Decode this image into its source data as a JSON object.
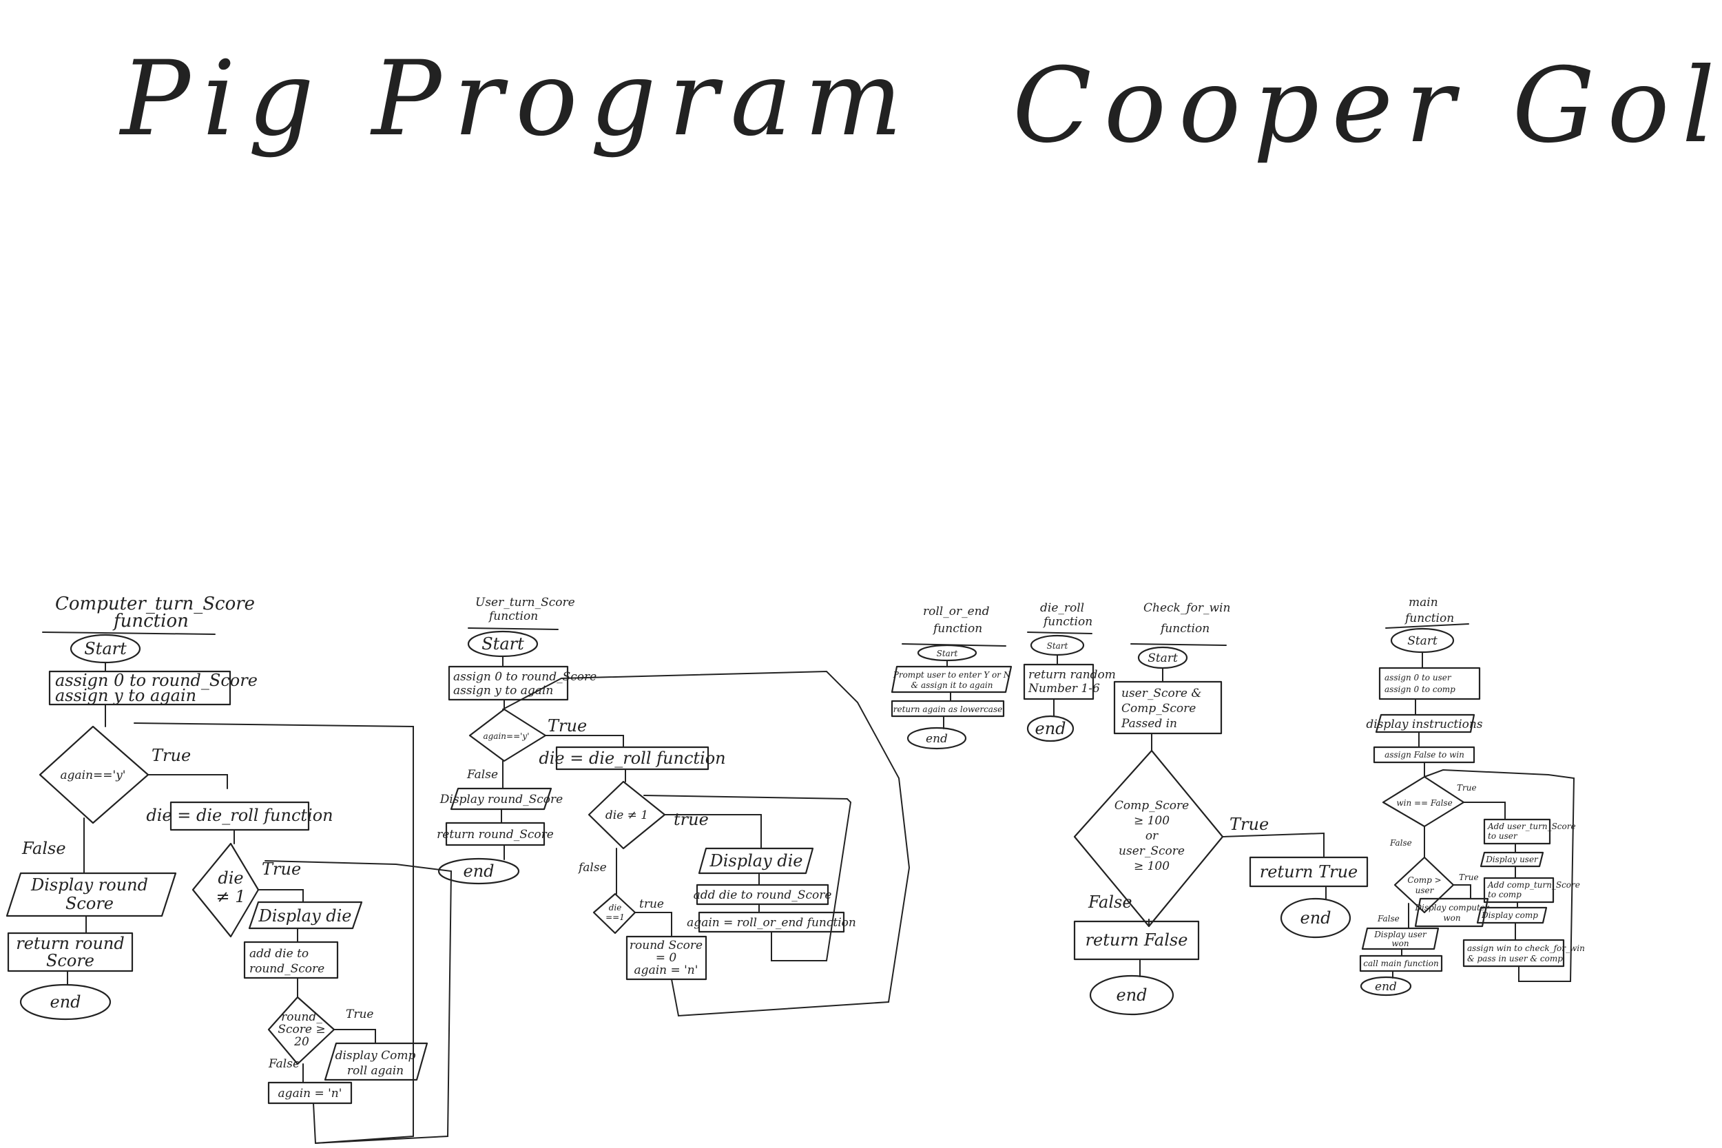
{
  "title": {
    "left": "Pig Program",
    "right": "Cooper Gold"
  },
  "flowcharts": {
    "computer": {
      "heading": [
        "Computer_turn_Score",
        "function"
      ],
      "start": "Start",
      "assign": [
        "assign 0 to round_Score",
        "assign y to again"
      ],
      "decision": "again=='y'",
      "true": "True",
      "false": "False",
      "display_round": [
        "Display round",
        "Score"
      ],
      "return_round": [
        "return round",
        "Score"
      ],
      "end": "end",
      "die_roll": "die = die_roll function",
      "die_ne": [
        "die",
        "≠ 1"
      ],
      "true2": "True",
      "display_die": "Display die",
      "add_die": [
        "add die to",
        "round_Score"
      ],
      "round_check": [
        "round_",
        "Score ≥",
        "20"
      ],
      "true3": "True",
      "false3": "False",
      "display_comp": [
        "display Comp",
        "roll again"
      ],
      "again_n": "again = 'n'"
    },
    "user": {
      "heading": [
        "User_turn_Score",
        "function"
      ],
      "start": "Start",
      "assign": [
        "assign 0 to round_Score",
        "assign y to again"
      ],
      "decision": "again=='y'",
      "true": "True",
      "false": "False",
      "display_round": "Display round_Score",
      "return_round": "return round_Score",
      "end": "end",
      "die_roll": "die = die_roll function",
      "die_ne": "die ≠ 1",
      "true2": "true",
      "false2": "false",
      "die_eq": [
        "die",
        "==1"
      ],
      "true3": "true",
      "display_die": "Display die",
      "add_die": "add die to round_Score",
      "again_call": "again = roll_or_end function",
      "round_zero": [
        "round Score",
        "= 0",
        "again = 'n'"
      ]
    },
    "roll_or_end": {
      "heading": [
        "roll_or_end",
        "function"
      ],
      "start": "Start",
      "prompt": [
        "Prompt user to enter Y or N",
        "& assign it to again"
      ],
      "return": "return again as lowercase",
      "end": "end"
    },
    "die_roll": {
      "heading": [
        "die_roll",
        "function"
      ],
      "start": "Start",
      "return": [
        "return random",
        "Number 1-6"
      ],
      "end": "end"
    },
    "check_for_win": {
      "heading": [
        "Check_for_win",
        "function"
      ],
      "start": "Start",
      "passed": [
        "user_Score &",
        "Comp_Score",
        "Passed in"
      ],
      "decision": [
        "Comp_Score",
        "≥ 100",
        "or",
        "user_Score",
        "≥ 100"
      ],
      "true": "True",
      "false": "False",
      "return_true": "return True",
      "return_false": "return False",
      "end_true": "end",
      "end_false": "end"
    },
    "main": {
      "heading": [
        "main",
        "function"
      ],
      "start": "Start",
      "assign": [
        "assign 0 to user",
        "assign 0 to comp"
      ],
      "display_instr": "display instructions",
      "assign_win": "assign False to win",
      "decision": "win == False",
      "true": "True",
      "false": "False",
      "comp_user": [
        "Comp >",
        "user"
      ],
      "true2": "True",
      "false2": "False",
      "display_comp_won": [
        "Display computer",
        "won"
      ],
      "display_user_won": [
        "Display user",
        "won"
      ],
      "call_main": "call main function",
      "end": "end",
      "add_user": [
        "Add user_turn_Score",
        "to user"
      ],
      "display_user": "Display user",
      "add_comp": [
        "Add comp_turn_Score",
        "to comp"
      ],
      "display_comp": "Display comp",
      "assign_win_check": [
        "assign win to check_for_win",
        "& pass in user & comp"
      ]
    }
  }
}
